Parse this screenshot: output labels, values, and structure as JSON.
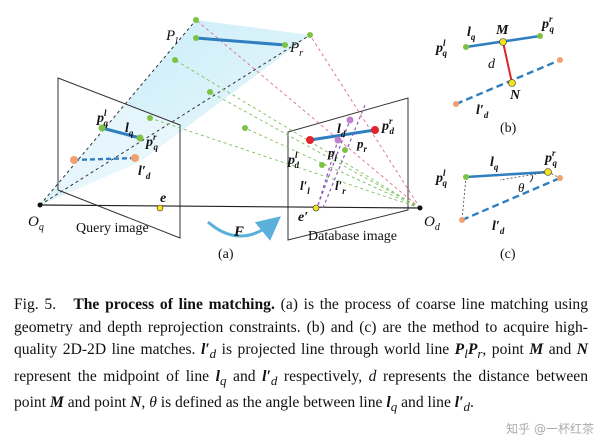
{
  "figure": {
    "labels": {
      "Pl": "P",
      "Pl_sub": "l",
      "Pr": "P",
      "Pr_sub": "r",
      "Oq": "O",
      "Oq_sub": "q",
      "Od": "O",
      "Od_sub": "d",
      "query_image": "Query image",
      "database_image": "Database image",
      "F": "F",
      "a": "(a)",
      "b": "(b)",
      "c": "(c)",
      "e": "e",
      "e_prime": "e′",
      "pql": "p",
      "pqr": "p",
      "lq": "l",
      "ld_prime": "l′",
      "ld": "l",
      "pdr": "p",
      "pdl": "p",
      "pl": "p",
      "pr": "p",
      "l_l_prime": "l′",
      "l_r_prime": "l′",
      "M": "M",
      "N": "N",
      "d": "d",
      "theta": "θ"
    },
    "colors": {
      "frustum": "#bfe9f7",
      "line_blue": "#2f7fc0",
      "green_dot": "#7cc244",
      "red_dot": "#e0242a",
      "orange_dot": "#f2a070",
      "yellow_dot": "#f4e21a"
    }
  },
  "caption": {
    "fig": "Fig. 5.",
    "title": "The process of line matching.",
    "seg1": " (a) is the process of coarse line matching using geometry and depth reprojection constraints. (b) and (c) are the method to acquire high-quality 2D-2D line matches. ",
    "seg2": "l′",
    "seg2_sub": "d",
    "seg3": " is projected line through world line ",
    "seg4": "P",
    "seg4_sub": "l",
    "seg5": "P",
    "seg5_sub": "r",
    "seg6": ", point ",
    "seg7": "M",
    "seg8": " and ",
    "seg9": "N",
    "seg10": " represent the midpoint of line ",
    "seg11": "l",
    "seg11_sub": "q",
    "seg12": " and ",
    "seg13": "l′",
    "seg13_sub": "d",
    "seg14": " respectively, ",
    "seg15": "d",
    "seg16": " represents the distance between point ",
    "seg17": "M",
    "seg18": " and point ",
    "seg19": "N",
    "seg20": ", ",
    "seg21": "θ",
    "seg22": " is defined as the angle between line ",
    "seg23": "l",
    "seg23_sub": "q",
    "seg24": " and line ",
    "seg25": "l′",
    "seg25_sub": "d",
    "seg26": "."
  },
  "watermark": "知乎 @一杯红茶"
}
